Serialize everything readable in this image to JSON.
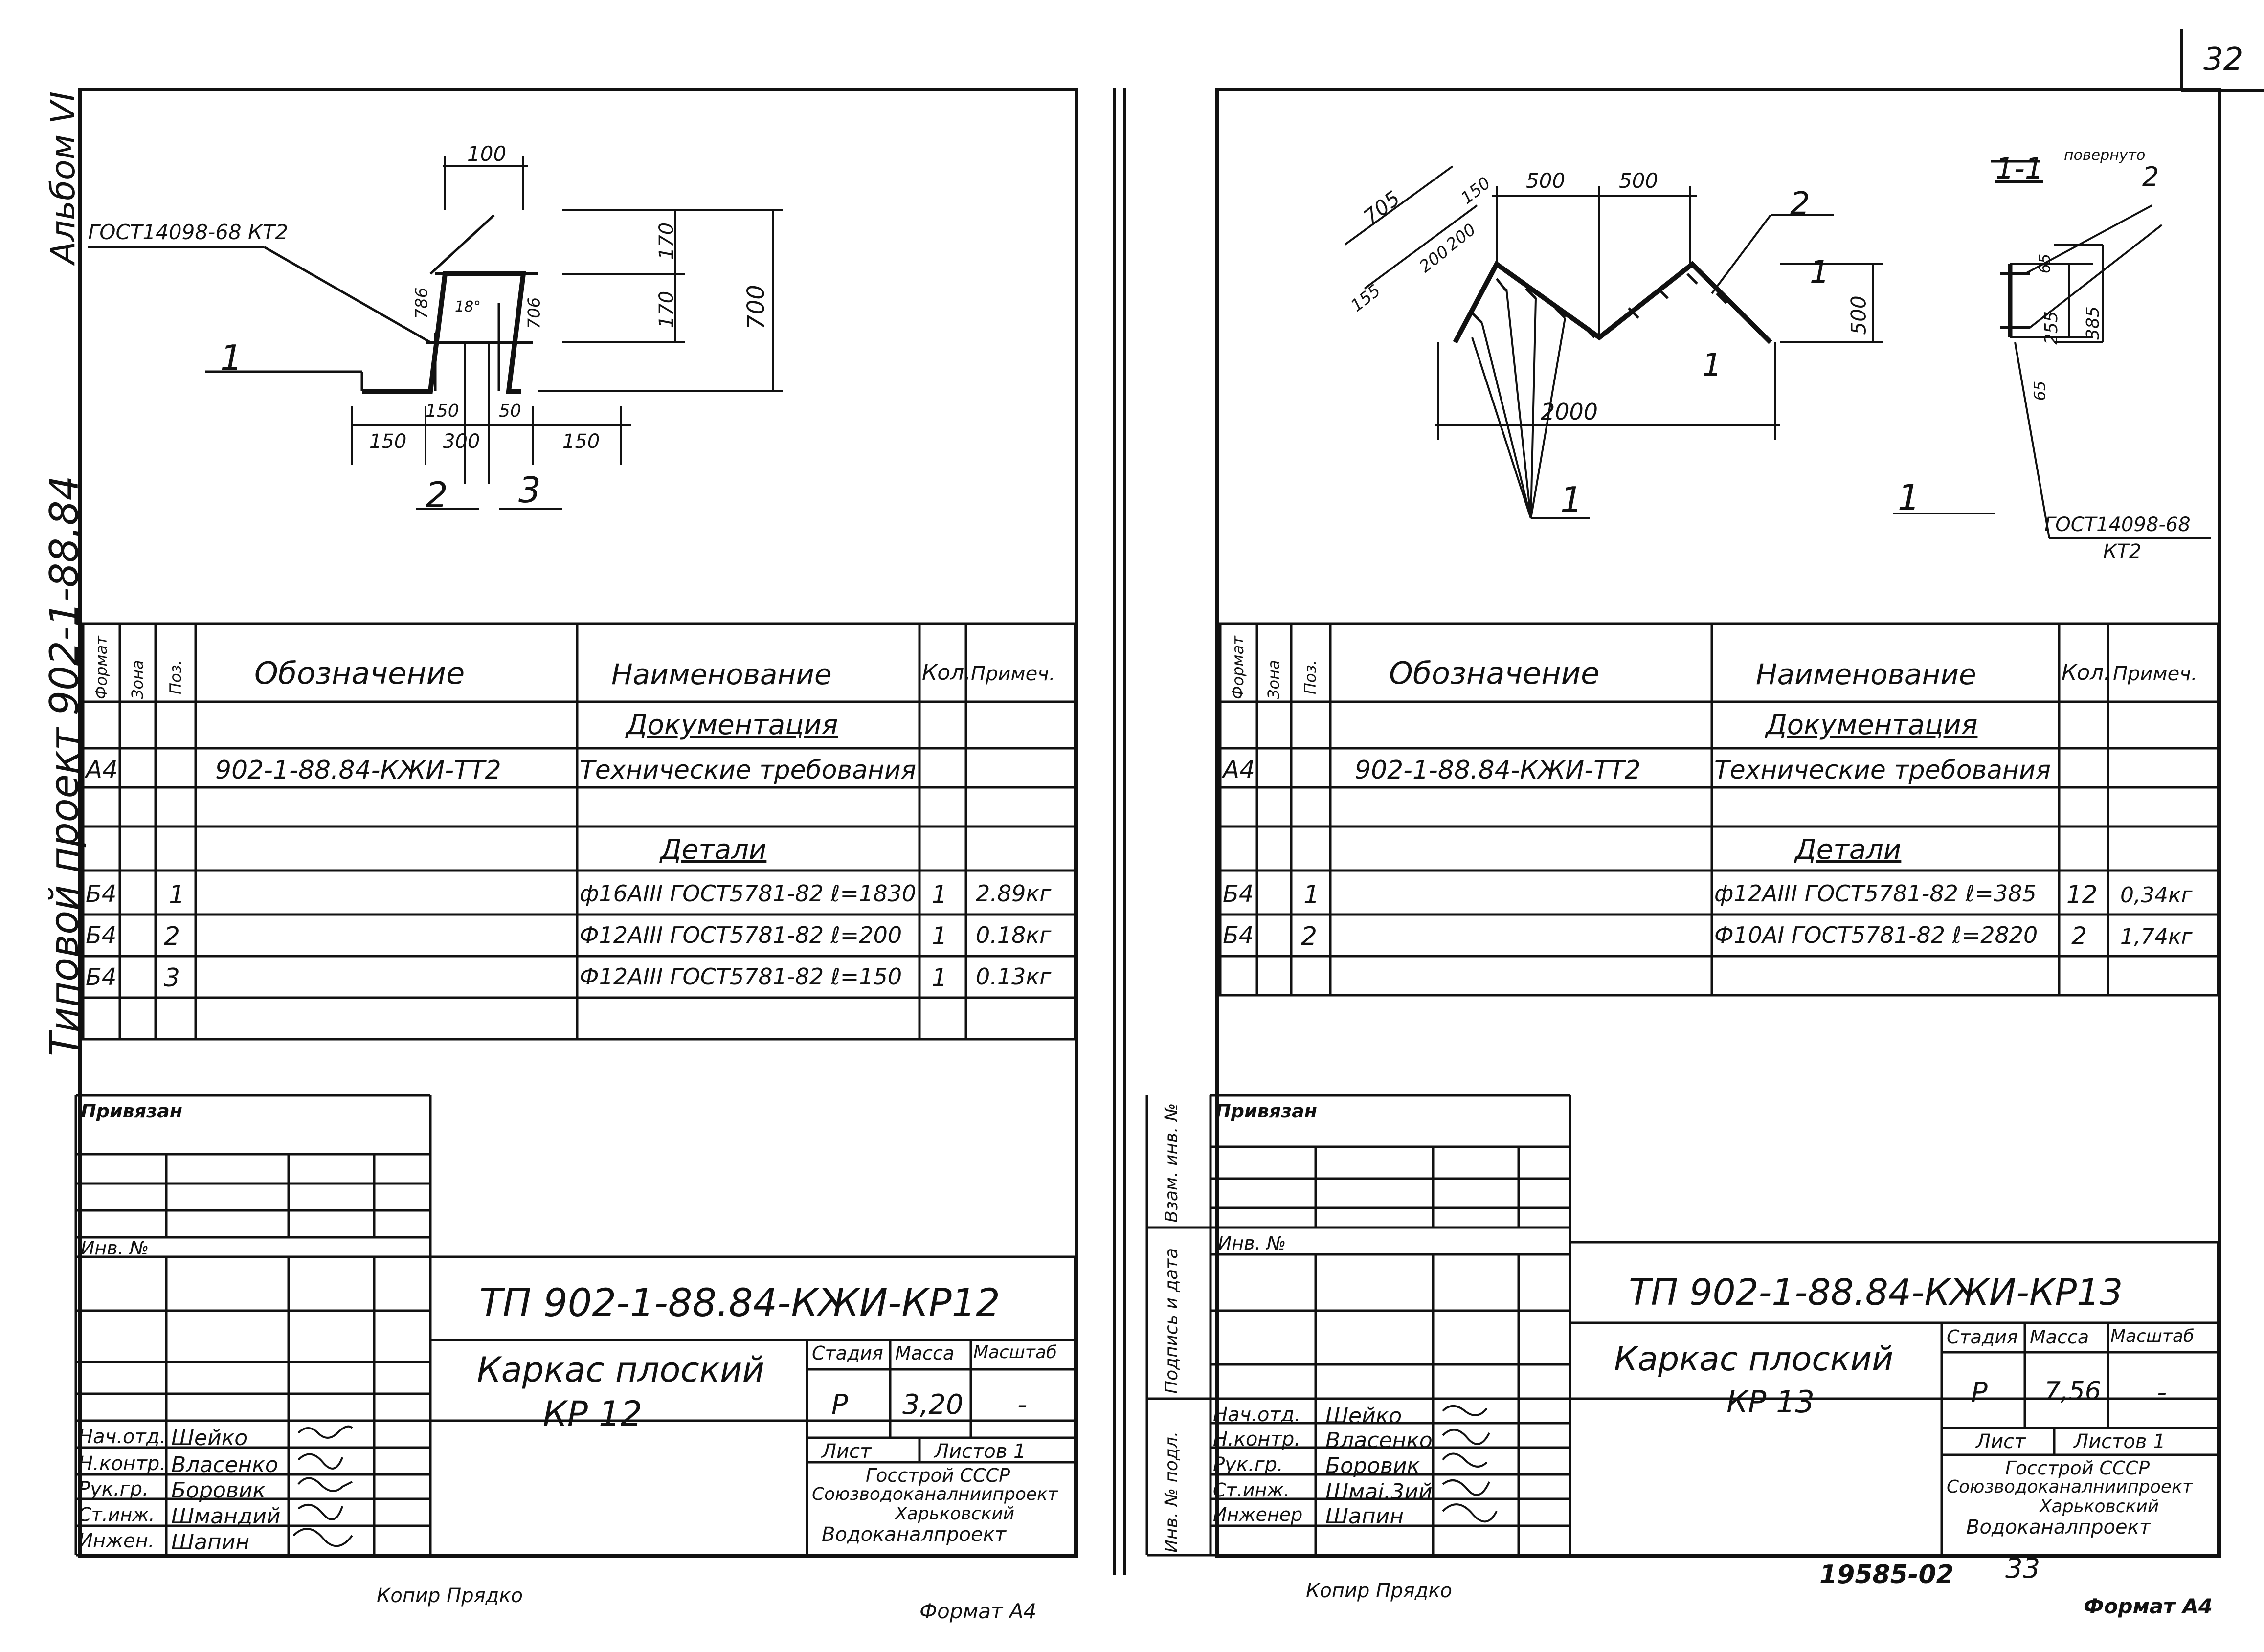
{
  "page_number": "32",
  "side_album": "Альбом VI",
  "side_project": "Типовой проект 902-1-88.84",
  "footer": {
    "left_copy": "Копир Прядко",
    "left_format": "Формат А4",
    "right_copy": "Копир Прядко",
    "right_format": "Формат А4",
    "inv_number": "19585-02",
    "bottom_page": "33"
  },
  "spec_headers": {
    "format": "Формат",
    "zone": "Зона",
    "pos": "Поз.",
    "designation": "Обозначение",
    "name": "Наименование",
    "qty": "Кол.",
    "note": "Примеч."
  },
  "sheet_left": {
    "drawing": {
      "gost": "ГОСТ14098-68 КТ2",
      "dim_top": "100",
      "dim_170a": "170",
      "dim_170b": "170",
      "dim_700": "700",
      "dim_786": "786",
      "dim_706": "706",
      "dim_angle": "18°",
      "dim_150l": "150",
      "dim_300": "300",
      "dim_150a": "150",
      "dim_50": "50",
      "dim_150r": "150",
      "label_1": "1",
      "label_2": "2",
      "label_3": "3"
    },
    "spec": {
      "section_docs": "Документация",
      "doc_row": {
        "format": "А4",
        "designation": "902-1-88.84-КЖИ-ТТ2",
        "name": "Технические требования"
      },
      "section_parts": "Детали",
      "rows": [
        {
          "format": "Б4",
          "pos": "1",
          "name": "ф16АIII ГОСТ5781-82 ℓ=1830",
          "qty": "1",
          "note": "2.89кг"
        },
        {
          "format": "Б4",
          "pos": "2",
          "name": "Ф12АIII ГОСТ5781-82 ℓ=200",
          "qty": "1",
          "note": "0.18кг"
        },
        {
          "format": "Б4",
          "pos": "3",
          "name": "Ф12АIII ГОСТ5781-82 ℓ=150",
          "qty": "1",
          "note": "0.13кг"
        }
      ]
    },
    "stamp": {
      "privyazan": "Привязан",
      "inv_no": "Инв. №",
      "code": "ТП 902-1-88.84-КЖИ-КР12",
      "title_line1": "Каркас плоский",
      "title_line2": "КР 12",
      "h_stage": "Стадия",
      "h_mass": "Масса",
      "h_scale": "Масштаб",
      "stage": "Р",
      "mass": "3,20",
      "scale": "-",
      "sheet": "Лист",
      "sheets": "Листов 1",
      "org": [
        "Госстрой СССР",
        "Союзводоканалниипроект",
        "Харьковский",
        "Водоканалпроект"
      ],
      "people": [
        {
          "role": "Нач.отд.",
          "name": "Шейко"
        },
        {
          "role": "Н.контр.",
          "name": "Власенко"
        },
        {
          "role": "Рук.гр.",
          "name": "Боровик"
        },
        {
          "role": "Ст.инж.",
          "name": "Шмандий"
        },
        {
          "role": "Инжен.",
          "name": "Шапин"
        }
      ]
    }
  },
  "sheet_right": {
    "drawing": {
      "dim_705": "705",
      "dim_150": "150",
      "dim_200a": "200",
      "dim_200b": "200",
      "dim_155": "155",
      "dim_500a": "500",
      "dim_500b": "500",
      "dim_500v": "500",
      "dim_2000": "2000",
      "label_2": "2",
      "label_1a": "1",
      "label_1b": "1",
      "label_1c": "1",
      "section": "1-1",
      "rotated": "повернуто",
      "section_2": "2",
      "dim_65a": "65",
      "dim_255": "255",
      "dim_385": "385",
      "dim_65b": "65",
      "label_1d": "1",
      "gost": "ГОСТ14098-68",
      "gost2": "КТ2"
    },
    "spec": {
      "section_docs": "Документация",
      "doc_row": {
        "format": "А4",
        "designation": "902-1-88.84-КЖИ-ТТ2",
        "name": "Технические требования"
      },
      "section_parts": "Детали",
      "rows": [
        {
          "format": "Б4",
          "pos": "1",
          "name": "ф12АIII ГОСТ5781-82 ℓ=385",
          "qty": "12",
          "note": "0,34кг"
        },
        {
          "format": "Б4",
          "pos": "2",
          "name": "Ф10АI ГОСТ5781-82 ℓ=2820",
          "qty": "2",
          "note": "1,74кг"
        }
      ]
    },
    "stamp": {
      "side_labels": [
        "Взам. инв. №",
        "Подпись и дата",
        "Инв. № подл."
      ],
      "privyazan": "Привязан",
      "inv_no": "Инв. №",
      "code": "ТП 902-1-88.84-КЖИ-КР13",
      "title_line1": "Каркас плоский",
      "title_line2": "КР 13",
      "h_stage": "Стадия",
      "h_mass": "Масса",
      "h_scale": "Масштаб",
      "stage": "Р",
      "mass": "7,56",
      "scale": "-",
      "sheet": "Лист",
      "sheets": "Листов 1",
      "org": [
        "Госстрой СССР",
        "Союзводоканалниипроект",
        "Харьковский",
        "Водоканалпроект"
      ],
      "people": [
        {
          "role": "Нач.отд.",
          "name": "Шейко"
        },
        {
          "role": "Н.контр.",
          "name": "Власенко"
        },
        {
          "role": "Рук.гр.",
          "name": "Боровик"
        },
        {
          "role": "Ст.инж.",
          "name": "Шмаi.3ий"
        },
        {
          "role": "Инженер",
          "name": "Шапин"
        }
      ]
    }
  }
}
